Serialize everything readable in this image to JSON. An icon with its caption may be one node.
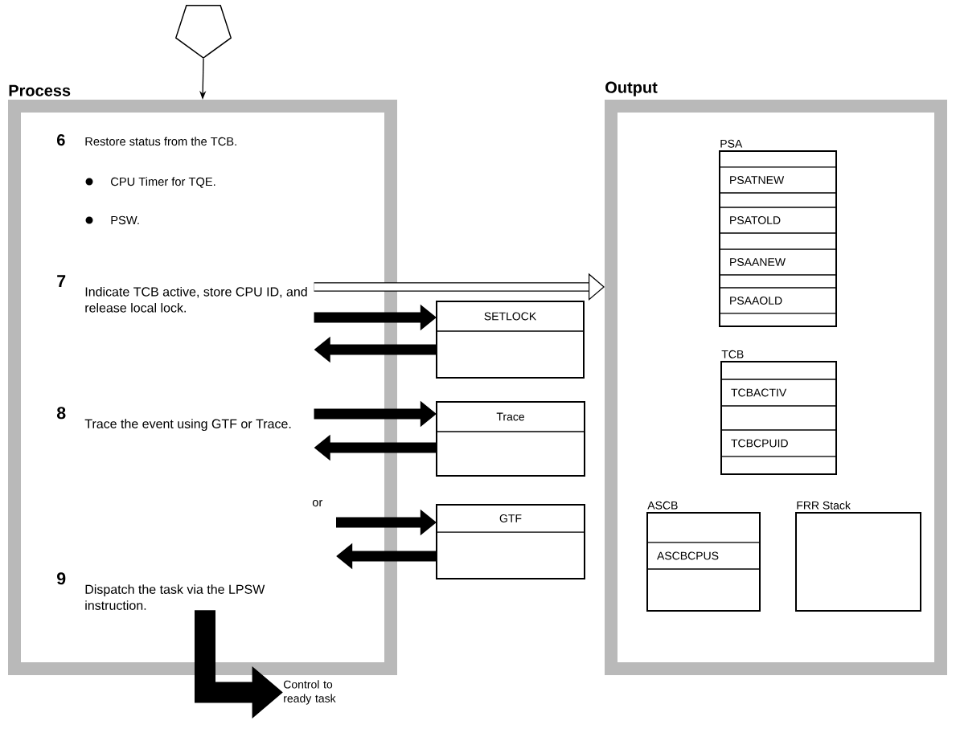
{
  "diagram": {
    "nodes": [
      {
        "text": [],
        "shape": "pentagon"
      },
      {
        "text": [
          "Process"
        ]
      },
      {
        "text": [
          "Output"
        ]
      },
      {
        "text": [
          "7",
          "Indicate TCB active, store CPU ID, and release local lock."
        ],
        "in": 1
      },
      {
        "text": [
          "8",
          "Trace the event using GTF or Trace."
        ],
        "in": 1
      },
      {
        "text": [
          "9",
          "Dispatch the task via the LPSW instruction."
        ],
        "in": 1
      },
      {
        "text": [
          "SETLOCK"
        ]
      },
      {
        "text": [
          "Trace"
        ]
      },
      {
        "text": [
          "GTF"
        ]
      },
      {
        "text": [
          "PSA",
          "PSATNEW",
          "PSATOLD",
          "PSAANEW",
          "PSAAOLD"
        ],
        "in": 2
      },
      {
        "text": [
          "TCB",
          "TCBACTIV",
          "TCBCPUID"
        ],
        "in": 2
      },
      {
        "text": [
          "ASCB",
          "ASCBCPUS"
        ],
        "in": 2
      },
      {
        "text": [
          "FRR Stack"
        ],
        "in": 2
      },
      {
        "text": [
          "Control to ready task"
        ]
      }
    ],
    "edges": [
      {
        "from": 0,
        "to": 1,
        "arrow": "to"
      },
      {
        "from": 3,
        "to": 2,
        "arrow": "to"
      },
      {
        "from": 3,
        "to": 6,
        "arrow": "to"
      },
      {
        "from": 6,
        "to": 3,
        "arrow": "to"
      },
      {
        "from": 4,
        "to": 7,
        "arrow": "to"
      },
      {
        "from": 7,
        "to": 4,
        "arrow": "to"
      },
      {
        "from": null,
        "to": 8,
        "arrow": "to"
      },
      {
        "from": 8,
        "to": null,
        "arrow": "to"
      },
      {
        "from": 5,
        "to": 13,
        "arrow": "to",
        "style": "thick"
      }
    ],
    "labels": [
      "6",
      "Restore status from the TCB.",
      "CPU Timer for TQE.",
      "PSW.",
      "or"
    ]
  }
}
